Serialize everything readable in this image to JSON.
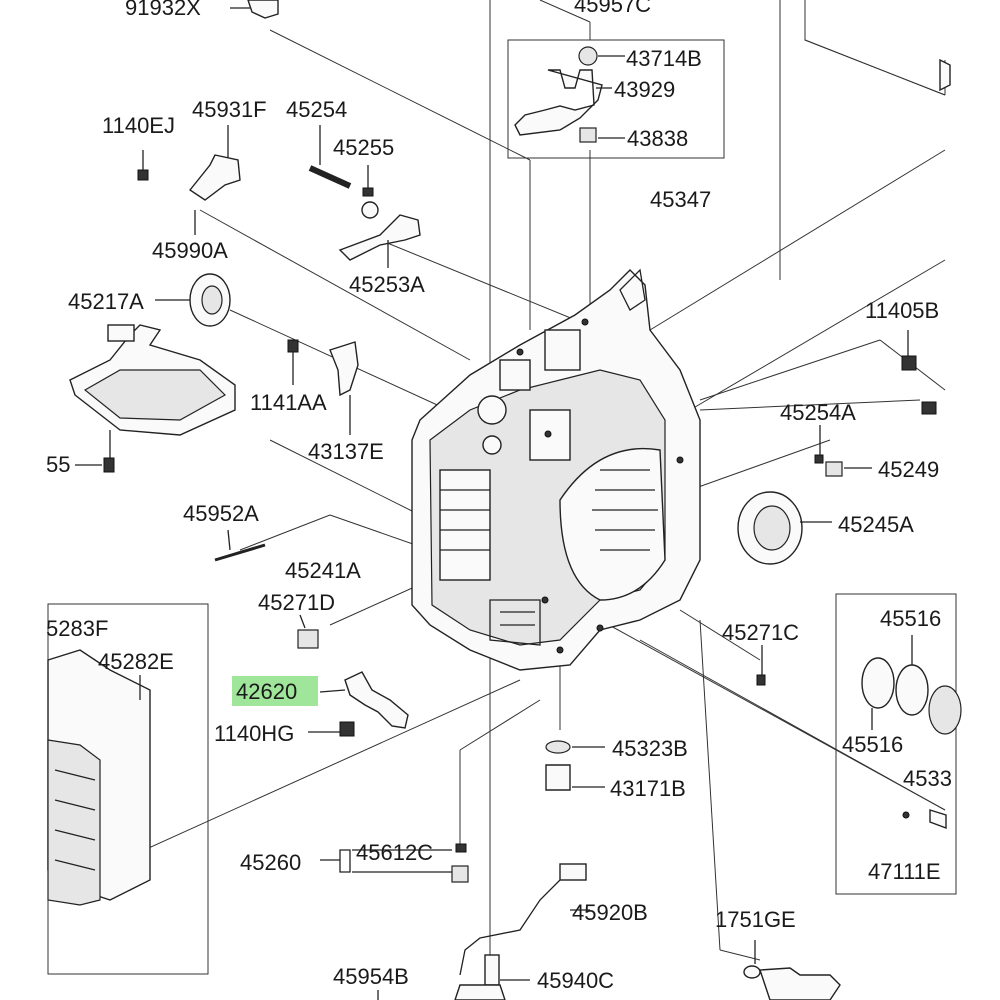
{
  "diagram": {
    "highlight_color": "#9fe59a",
    "line_color": "#222222",
    "part_labels": {
      "p91932X": "91932X",
      "p45957C": "45957C",
      "p43714B": "43714B",
      "p43929": "43929",
      "p43838": "43838",
      "p1140EJ": "1140EJ",
      "p45931F": "45931F",
      "p45254": "45254",
      "p45255": "45255",
      "p45990A": "45990A",
      "p45253A": "45253A",
      "p45347": "45347",
      "p45217A": "45217A",
      "p11405B": "11405B",
      "p1141AA": "1141AA",
      "p43137E": "43137E",
      "p45254A": "45254A",
      "p55": "55",
      "p45249": "45249",
      "p45952A": "45952A",
      "p45245A": "45245A",
      "p45241A": "45241A",
      "p45271D": "45271D",
      "p5283F": "5283F",
      "p45282E": "45282E",
      "p45271C": "45271C",
      "p45516a": "45516",
      "p45516b": "45516",
      "p4533": "4533",
      "p42620": "42620",
      "p1140HG": "1140HG",
      "p45323B": "45323B",
      "p43171B": "43171B",
      "p45260": "45260",
      "p45612C": "45612C",
      "p47111E": "47111E",
      "p45920B": "45920B",
      "p1751GE": "1751GE",
      "p45954B": "45954B",
      "p45940C": "45940C"
    }
  }
}
